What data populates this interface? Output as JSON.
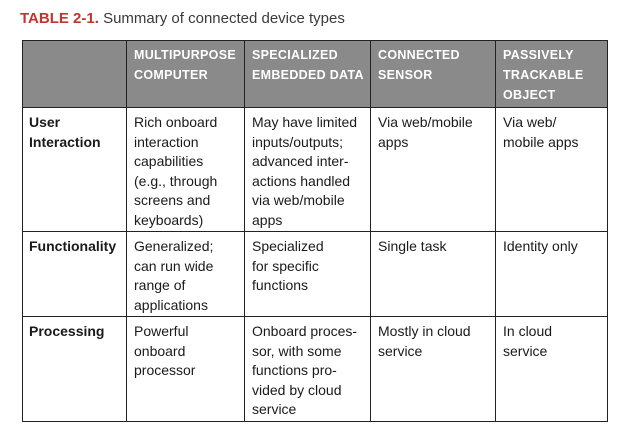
{
  "caption": {
    "number": "TABLE 2-1.",
    "title": "Summary of connected device types"
  },
  "table": {
    "headers": [
      {
        "lines": []
      },
      {
        "lines": [
          "MULTIPURPOSE",
          "COMPUTER"
        ]
      },
      {
        "lines": [
          "SPECIALIZED",
          "EMBEDDED",
          "DATA"
        ]
      },
      {
        "lines": [
          "CONNECTED",
          "SENSOR"
        ]
      },
      {
        "lines": [
          "PASSIVELY",
          "TRACKABLE",
          "OBJECT"
        ]
      }
    ],
    "rows": [
      {
        "label": [
          "User",
          "Interaction"
        ],
        "cells": [
          [
            "Rich onboard",
            "interaction",
            "capabilities",
            "(e.g., through",
            "screens and",
            "keyboards)"
          ],
          [
            "May have limited",
            "inputs/outputs;",
            "advanced inter-",
            "actions handled",
            "via web/mobile",
            "apps"
          ],
          [
            "Via web/mobile",
            "apps"
          ],
          [
            "Via web/",
            "mobile apps"
          ]
        ]
      },
      {
        "label": [
          "Functionality"
        ],
        "cells": [
          [
            "Generalized;",
            "can run wide",
            "range of",
            "applications"
          ],
          [
            "Specialized",
            "for specific",
            "functions"
          ],
          [
            "Single task"
          ],
          [
            "Identity only"
          ]
        ]
      },
      {
        "label": [
          "Processing"
        ],
        "cells": [
          [
            "Powerful",
            "onboard",
            "processor"
          ],
          [
            "Onboard proces-",
            "sor, with some",
            "functions pro-",
            "vided by cloud",
            "service"
          ],
          [
            "Mostly in cloud",
            "service"
          ],
          [
            "In cloud",
            "service"
          ]
        ]
      }
    ]
  }
}
